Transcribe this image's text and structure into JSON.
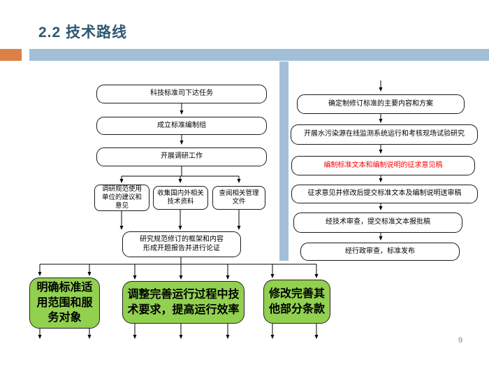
{
  "slide": {
    "title": "2.2  技术路线",
    "page_number": "9"
  },
  "left_flow": {
    "box_task": "科技标准司下达任务",
    "box_group": "成立标准编制组",
    "box_research": "开展调研工作",
    "box_survey_units": "调研规范使用单位的建议和意见",
    "box_collect": "收集国内外相关技术资料",
    "box_review_docs": "查阅相关管理文件",
    "box_framework": "研究规范修订的框架和内容\n形成开题报告并进行论证"
  },
  "outcome_boxes": {
    "scope": "明确标准适用范围和服务对象",
    "adjust": "调整完善运行过程中技术要求，提高运行效率",
    "modify": "修改完善其他部分条款"
  },
  "right_flow": {
    "box_content_plan": "确定制修订标准的主要内容和方案",
    "box_field_test": "开展水污染源在线监测系统运行和考核现场试验研究",
    "box_draft": "编制标准文本和编制说明的征求意见稿",
    "box_submit_review": "征求意见并修改后提交标准文本及编制说明送审稿",
    "box_tech_review": "经技术审查，提交标准文本报批稿",
    "box_publish": "经行政审查，标准发布"
  },
  "colors": {
    "title_blue": "#2F5872",
    "accent_orange": "#DD8047",
    "header_bar_blue": "#A3BFD8",
    "divider_blue": "#A3BFD8",
    "outcome_green": "#92D050",
    "draft_text_red": "#FF0000"
  }
}
